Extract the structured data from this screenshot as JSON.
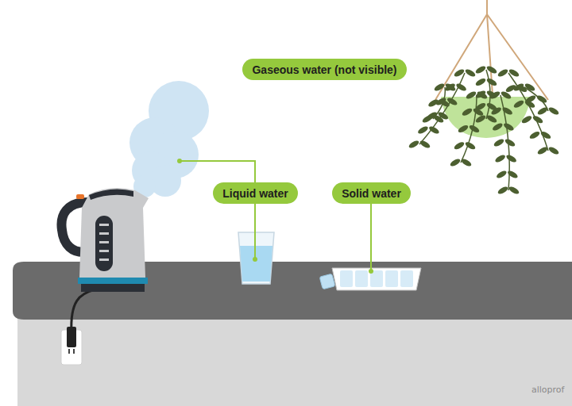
{
  "diagram": {
    "nodes": [
      {
        "text": [
          "Gaseous water (not visible)"
        ]
      },
      {
        "text": [
          "Liquid water"
        ]
      },
      {
        "text": [
          "Solid water"
        ]
      }
    ],
    "labels": [
      "alloprof"
    ]
  }
}
